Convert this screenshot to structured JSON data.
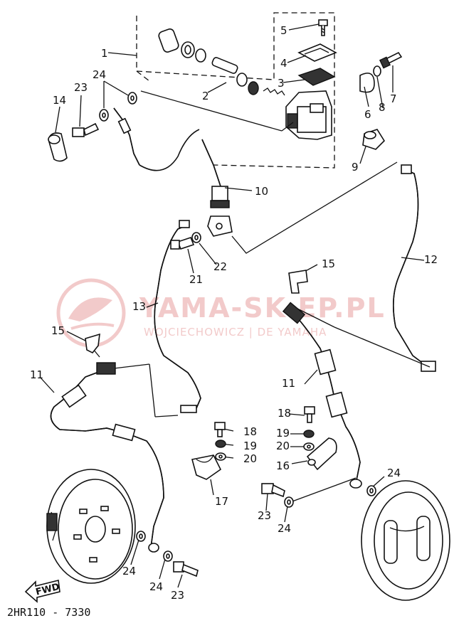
{
  "watermark": {
    "title": "YAMA-SK  EP.PL",
    "subtitle": "WOJCIECHOWICZ | DE      YAMAHA",
    "color": "#e8a0a0"
  },
  "diagram_code": "2HR110 - 7330",
  "fwd_label": "FWD",
  "callouts": [
    {
      "id": "c1",
      "text": "1"
    },
    {
      "id": "c2",
      "text": "2"
    },
    {
      "id": "c3",
      "text": "3"
    },
    {
      "id": "c4",
      "text": "4"
    },
    {
      "id": "c5",
      "text": "5"
    },
    {
      "id": "c6",
      "text": "6"
    },
    {
      "id": "c7",
      "text": "7"
    },
    {
      "id": "c8",
      "text": "8"
    },
    {
      "id": "c9",
      "text": "9"
    },
    {
      "id": "c10",
      "text": "10"
    },
    {
      "id": "c11a",
      "text": "11"
    },
    {
      "id": "c11b",
      "text": "11"
    },
    {
      "id": "c12",
      "text": "12"
    },
    {
      "id": "c13",
      "text": "13"
    },
    {
      "id": "c14",
      "text": "14"
    },
    {
      "id": "c15a",
      "text": "15"
    },
    {
      "id": "c15b",
      "text": "15"
    },
    {
      "id": "c16",
      "text": "16"
    },
    {
      "id": "c17",
      "text": "17"
    },
    {
      "id": "c18a",
      "text": "18"
    },
    {
      "id": "c18b",
      "text": "18"
    },
    {
      "id": "c19a",
      "text": "19"
    },
    {
      "id": "c19b",
      "text": "19"
    },
    {
      "id": "c20a",
      "text": "20"
    },
    {
      "id": "c20b",
      "text": "20"
    },
    {
      "id": "c21",
      "text": "21"
    },
    {
      "id": "c22",
      "text": "22"
    },
    {
      "id": "c23a",
      "text": "23"
    },
    {
      "id": "c23b",
      "text": "23"
    },
    {
      "id": "c23c",
      "text": "23"
    },
    {
      "id": "c24a",
      "text": "24"
    },
    {
      "id": "c24b",
      "text": "24"
    },
    {
      "id": "c24c",
      "text": "24"
    },
    {
      "id": "c24d",
      "text": "24"
    },
    {
      "id": "c24e",
      "text": "24"
    }
  ]
}
